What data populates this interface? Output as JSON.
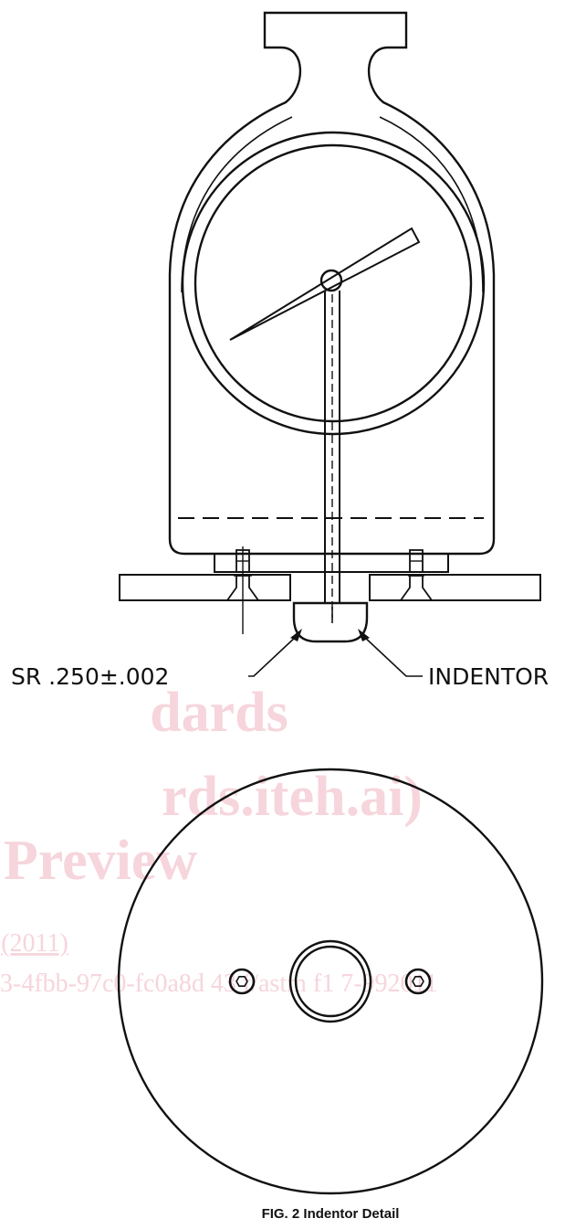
{
  "labels": {
    "radius_spec": "SR .250±.002",
    "indentor": "INDENTOR"
  },
  "caption": "FIG. 2 Indentor Detail",
  "watermark": {
    "line1": "dards",
    "line2": "rds.iteh.ai)",
    "line3": "Preview",
    "line4": "(2011)",
    "line5": "3-4fbb-97c0-fc0a8d  43  f/astm  f1  7-992011"
  },
  "colors": {
    "line": "#111111",
    "watermark": "#f6d5dc",
    "background": "#ffffff"
  }
}
